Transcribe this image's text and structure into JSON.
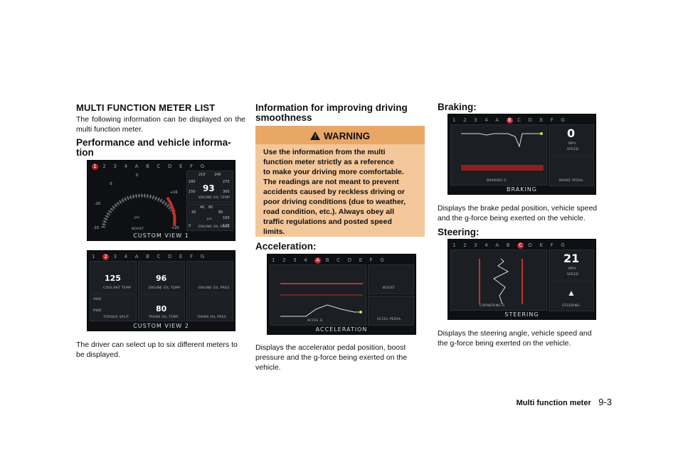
{
  "column1": {
    "section_title": "MULTI FUNCTION METER LIST",
    "intro": "The following information can be displayed on the multi function meter.",
    "sub_title_line1": "Performance and vehicle informa-",
    "sub_title_line2": "tion",
    "closing_line1": "The driver can select up to six different meters to",
    "closing_line2": "be displayed."
  },
  "screen_custom1": {
    "selector": [
      "2",
      "3",
      "4",
      "A",
      "B",
      "C",
      "D",
      "E",
      "F",
      "G"
    ],
    "selected": "1",
    "boost_ticks": [
      "-5",
      "0",
      "+10",
      "-10",
      "-15",
      "+20"
    ],
    "boost_unit": "psi",
    "boost_label": "BOOST",
    "temp_value": "93",
    "temp_label": "ENGINE OIL TEMP",
    "temp_ticks": [
      "210",
      "240",
      "180",
      "270",
      "150",
      "300"
    ],
    "pres_ticks": [
      "40",
      "60",
      "20",
      "80",
      "100",
      "0",
      "120"
    ],
    "pres_unit": "psi",
    "pres_label": "ENGINE OIL PRES",
    "caption": "CUSTOM VIEW 1"
  },
  "screen_custom2": {
    "selected": "2",
    "coolant_value": "125",
    "coolant_label": "COOLANT TEMP",
    "oil_value": "96",
    "oil_label": "ENGINE OIL TEMP",
    "pres_label": "ENGINE OIL PRES",
    "awd": "AWD",
    "rwd": "RWD",
    "split_label": "TORQUE SPLIT",
    "trans_value": "80",
    "trans_label": "TRANS OIL TEMP",
    "trans_pres_label": "TRANS OIL PRES",
    "caption": "CUSTOM VIEW 2"
  },
  "column2": {
    "title_line1": "Information for improving driving",
    "title_line2": "smoothness",
    "warning_title": "WARNING",
    "warning_lines": [
      "Use the information from the multi",
      "function meter strictly as a reference",
      "to make your driving more comfortable.",
      "The readings are not meant to prevent",
      "accidents caused by reckless driving or",
      "poor driving conditions (due to weather,",
      "road condition, etc.). Always obey all",
      "traffic regulations and posted speed",
      "limits."
    ],
    "accel_heading": "Acceleration:",
    "accel_desc_lines": [
      "Displays the accelerator pedal position, boost",
      "pressure and the g-force being exerted on the",
      "vehicle."
    ]
  },
  "screen_accel": {
    "selected": "A",
    "g_label": "ACCEL G",
    "boost_label": "BOOST",
    "pedal_label": "ACCEL PEDAL",
    "caption": "ACCELERATION"
  },
  "column3": {
    "braking_heading": "Braking:",
    "braking_desc_lines": [
      "Displays the brake pedal position, vehicle speed",
      "and the g-force being exerted on the vehicle."
    ],
    "steering_heading": "Steering:",
    "steering_desc_lines": [
      "Displays the steering angle, vehicle speed and",
      "the g-force being exerted on the vehicle."
    ]
  },
  "screen_braking": {
    "selected": "B",
    "speed_value": "0",
    "speed_unit": "MPH",
    "speed_label": "SPEED",
    "g_label": "BRAKING G",
    "pedal_label": "BRAKE PEDAL",
    "caption": "BRAKING"
  },
  "screen_steering": {
    "selected": "C",
    "speed_value": "21",
    "speed_unit": "MPH",
    "speed_label": "SPEED",
    "g_label": "CORNERING G",
    "steer_label": "STEERING",
    "caption": "STEERING"
  },
  "footer": {
    "section": "Multi function meter",
    "page": "9-3"
  }
}
